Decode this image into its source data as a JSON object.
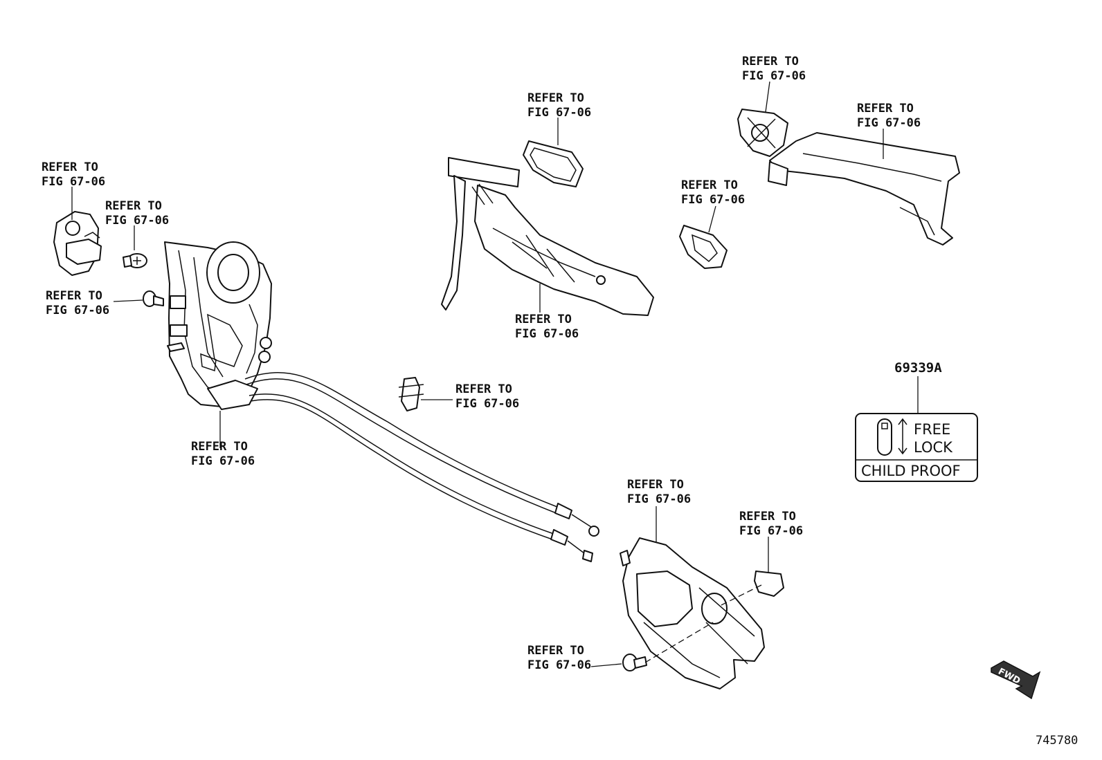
{
  "callout_line1": "REFER TO",
  "callout_line2": "FIG 67-06",
  "part_number": "69339A",
  "child_proof_label": {
    "free": "FREE",
    "lock": "LOCK",
    "caption": "CHILD PROOF"
  },
  "fwd_arrow_text": "FWD",
  "figure_number": "745780"
}
